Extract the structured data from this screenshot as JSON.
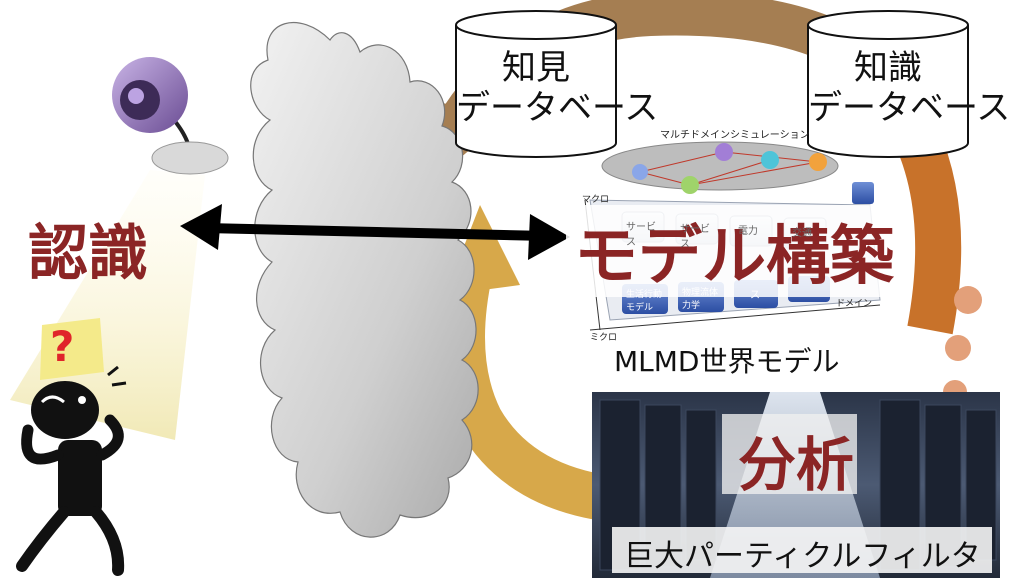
{
  "labels": {
    "recognition": "認識",
    "model_building": "モデル構築",
    "world_model": "MLMD世界モデル",
    "analysis": "分析",
    "particle_filter": "巨大パーティクルフィルタ",
    "question_mark": "?"
  },
  "databases": [
    {
      "line1": "知見",
      "line2": "データベース"
    },
    {
      "line1": "知識",
      "line2": "データベース"
    }
  ],
  "diagram_inset": {
    "title": "マルチドメインシミュレーション",
    "axis_macro": "マクロ",
    "axis_micro": "ミクロ",
    "axis_domain": "ドメイン",
    "cells": [
      "サービス",
      "サービス",
      "電力",
      "交通",
      "生活行動モデル",
      "物理流体力学",
      "ス"
    ]
  },
  "colors": {
    "title_red": "#8b2525",
    "cycle_brown": "#a57e52",
    "cycle_gold": "#d7a84a",
    "cycle_orange": "#c8722a",
    "dot_color": "#e3a07a",
    "cloud_fill": "#d6d6d6",
    "note_yellow": "#f4ea8a"
  },
  "icons": [
    "webcam-icon",
    "cloud-icon",
    "confused-person-icon",
    "database-icon",
    "double-arrow-icon",
    "server-room-image"
  ]
}
